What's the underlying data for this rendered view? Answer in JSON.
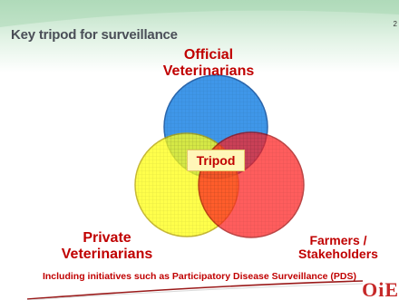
{
  "slide": {
    "title": "Key tripod for surveillance",
    "page_number": "2",
    "logo_text": "OiE"
  },
  "diagram": {
    "circles": [
      {
        "label": "Official\nVeterinarians",
        "color": "#2f8fe8",
        "name": "official"
      },
      {
        "label": "Private\nVeterinarians",
        "color": "#ffff19",
        "name": "private"
      },
      {
        "label": "Farmers /\nStakeholders",
        "color": "#ff1f1f",
        "name": "farmers"
      }
    ],
    "center_label": "Tripod",
    "note": "Including initiatives such as Participatory Disease Surveillance (PDS)"
  },
  "colors": {
    "label_red": "#c00000",
    "title_gray": "#4a4e57",
    "band_green": "#c9e7cf",
    "logo_red": "#c62828"
  }
}
